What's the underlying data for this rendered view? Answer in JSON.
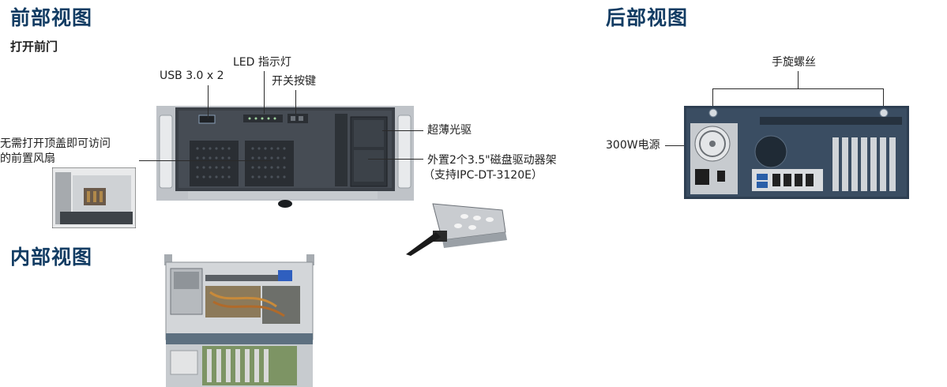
{
  "front": {
    "title": "前部视图",
    "subtitle": "打开前门",
    "labels": {
      "usb": "USB 3.0 x 2",
      "led": "LED 指示灯",
      "power_key": "开关按键",
      "optical": "超薄光驱",
      "fan_line1": "无需打开顶盖即可访问",
      "fan_line2": "的前置风扇",
      "bay_line1": "外置2个3.5\"磁盘驱动器架",
      "bay_line2": "（支持IPC-DT-3120E）"
    }
  },
  "internal": {
    "title": "内部视图"
  },
  "rear": {
    "title": "后部视图",
    "labels": {
      "thumbscrew": "手旋螺丝",
      "psu": "300W电源"
    }
  }
}
